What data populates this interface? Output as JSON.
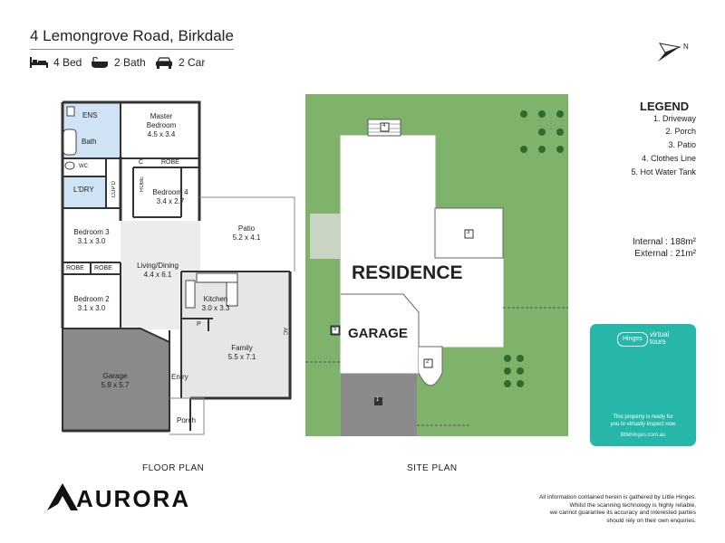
{
  "header": {
    "address": "4 Lemongrove Road, Birkdale",
    "features": [
      {
        "icon": "bed-icon",
        "label": "4 Bed"
      },
      {
        "icon": "bath-icon",
        "label": "2 Bath"
      },
      {
        "icon": "car-icon",
        "label": "2 Car"
      }
    ]
  },
  "compass": {
    "label": "N"
  },
  "floor_plan": {
    "caption": "FLOOR PLAN",
    "rooms": {
      "ens": "ENS",
      "bath": "Bath",
      "wc": "WC",
      "master_name": "Master",
      "master_name2": "Bedroom",
      "master_size": "4.5 x 3.4",
      "c": "C",
      "robe_master": "ROBE",
      "laundry": "L'DRY",
      "cupd": "CUP'D",
      "robe_bed4": "ROBE",
      "bed4_name": "Bedroom 4",
      "bed4_size": "3.4 x 2.7",
      "patio_name": "Patio",
      "patio_size": "5.2 x 4.1",
      "bed3_name": "Bedroom 3",
      "bed3_size": "3.1 x 3.0",
      "living_name": "Living/Dining",
      "living_size": "4.4 x 6.1",
      "robe_a": "ROBE",
      "robe_b": "ROBE",
      "bed2_name": "Bedroom 2",
      "bed2_size": "3.1 x 3.0",
      "kitchen_name": "Kitchen",
      "kitchen_size": "3.0 x 3.3",
      "pantry": "P",
      "family_name": "Family",
      "family_size": "5.5 x 7.1",
      "ac": "AC",
      "garage_name": "Garage",
      "garage_size": "5.9 x 5.7",
      "entry": "Entry",
      "porch": "Porch"
    }
  },
  "site_plan": {
    "caption": "SITE PLAN",
    "residence": "RESIDENCE",
    "garage": "GARAGE",
    "markers": [
      "1",
      "2",
      "3",
      "4",
      "5"
    ]
  },
  "legend": {
    "title": "LEGEND",
    "items": [
      "1. Driveway",
      "2. Porch",
      "3. Patio",
      "4. Clothes Line",
      "5. Hot Water Tank"
    ]
  },
  "areas": {
    "internal_label": "Internal",
    "internal_value": ": 188m²",
    "external_label": "External",
    "external_value": ":  21m²"
  },
  "virtual_tour": {
    "brand": "Hinges",
    "title_a": "virtual",
    "title_b": "tours",
    "line1": "This property is ready for",
    "line2": "you to virtually inspect now",
    "url": "littlehinges.com.au"
  },
  "branding": {
    "logo": "AURORA"
  },
  "disclaimer": {
    "line1": "All information contained herein is gathered by Little Hinges.",
    "line2": "Whilst the scanning technology is highly reliable,",
    "line3": "we cannot guarantee its accuracy and interested parties",
    "line4": "should rely on their own enquiries."
  },
  "colors": {
    "lawn": "#7fb26b",
    "garage_fill": "#8a8a8a",
    "tile_fill": "#ececec",
    "wet_fill": "#cfe3f5",
    "tour_card": "#26b7a8"
  }
}
